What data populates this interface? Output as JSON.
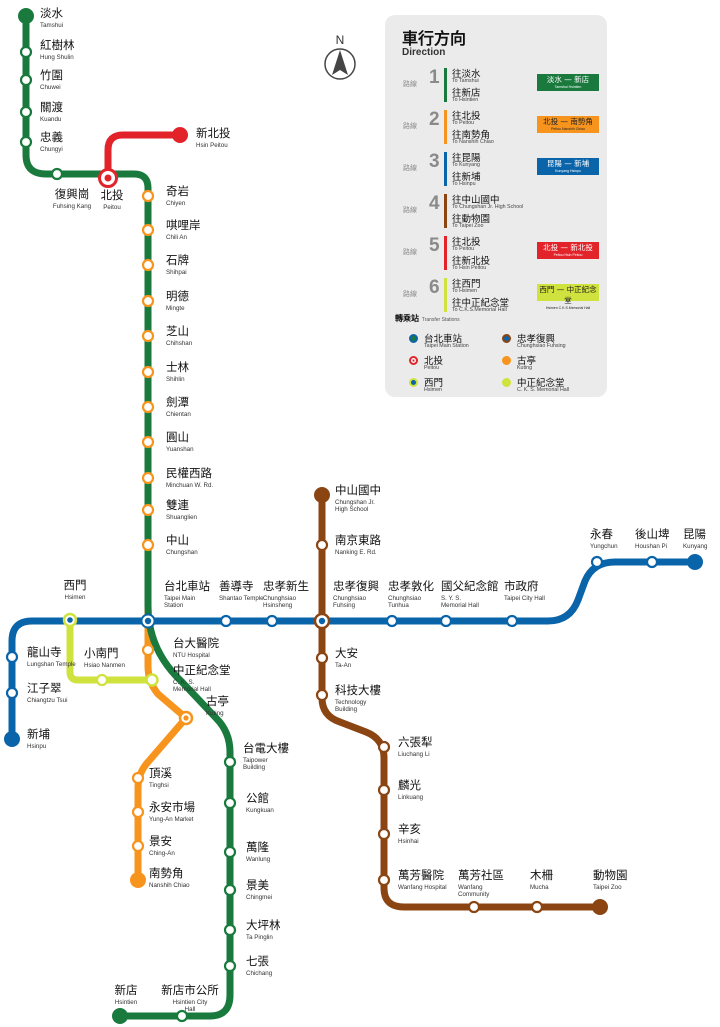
{
  "colors": {
    "green": "#1a7a3e",
    "red": "#e2232a",
    "orange": "#f7941d",
    "blue": "#0a64a9",
    "brown": "#8b4513",
    "lime": "#cfe23d"
  },
  "compass": {
    "label": "N"
  },
  "legend": {
    "title": "車行方向",
    "subtitle": "Direction",
    "route_prefix": "路線",
    "routes": [
      {
        "num": "1",
        "color": "#1a7a3e",
        "dest1": "往淡水",
        "dest1_en": "To Tamshui",
        "dest2": "往新店",
        "dest2_en": "To Hsintien",
        "sign_zh": "淡水 — 新店",
        "sign_en": "Tamshui   Hsintien"
      },
      {
        "num": "2",
        "color": "#f7941d",
        "dest1": "往北投",
        "dest1_en": "To Peitou",
        "dest2": "往南勢角",
        "dest2_en": "To Nanshih Chiao",
        "sign_zh": "北投 — 南勢角",
        "sign_en": "Peitou   Nanshih Chiao"
      },
      {
        "num": "3",
        "color": "#0a64a9",
        "dest1": "往昆陽",
        "dest1_en": "To Kunyang",
        "dest2": "往新埔",
        "dest2_en": "To Hsinpu",
        "sign_zh": "昆陽 — 新埔",
        "sign_en": "Kunyang   Hsinpu"
      },
      {
        "num": "4",
        "color": "#8b4513",
        "dest1": "往中山國中",
        "dest1_en": "To Chungshan Jr. High School",
        "dest2": "往動物園",
        "dest2_en": "To Taipei Zoo",
        "sign_zh": "",
        "sign_en": ""
      },
      {
        "num": "5",
        "color": "#e2232a",
        "dest1": "往北投",
        "dest1_en": "To Peitou",
        "dest2": "往新北投",
        "dest2_en": "To Hsin Peitou",
        "sign_zh": "北投 — 新北投",
        "sign_en": "Peitou   Hsin Peitou"
      },
      {
        "num": "6",
        "color": "#cfe23d",
        "dest1": "往西門",
        "dest1_en": "To Hsimen",
        "dest2": "往中正紀念堂",
        "dest2_en": "To C.K.S.Memorial Hall",
        "sign_zh": "西門 — 中正紀念堂",
        "sign_en": "Hsimen   C.K.S.Memorial Hall"
      }
    ],
    "transfer_title": "轉乘站",
    "transfer_title_en": "Transfer Stations",
    "transfers": [
      {
        "zh": "台北車站",
        "en": "Taipei Main Station",
        "outer": "#0a64a9",
        "inner": "#1a7a3e"
      },
      {
        "zh": "忠孝復興",
        "en": "Chunghsiao Fuhsing",
        "outer": "#8b4513",
        "inner": "#0a64a9"
      },
      {
        "zh": "北投",
        "en": "Peitou",
        "outer": "#e2232a",
        "inner": "#fff"
      },
      {
        "zh": "古亭",
        "en": "Kuting",
        "outer": "#f7941d",
        "inner": "#f7941d"
      },
      {
        "zh": "西門",
        "en": "Hsimen",
        "outer": "#cfe23d",
        "inner": "#0a64a9"
      },
      {
        "zh": "中正紀念堂",
        "en": "C. K. S. Memorial Hall",
        "outer": "#cfe23d",
        "inner": "#cfe23d"
      }
    ]
  },
  "stations": {
    "green": [
      {
        "zh": "淡水",
        "en": "Tamshui"
      },
      {
        "zh": "紅樹林",
        "en": "Hung Shulin"
      },
      {
        "zh": "竹圍",
        "en": "Chuwei"
      },
      {
        "zh": "關渡",
        "en": "Kuandu"
      },
      {
        "zh": "忠義",
        "en": "Chungyi"
      },
      {
        "zh": "復興崗",
        "en": "Fuhsing Kang"
      },
      {
        "zh": "台電大樓",
        "en": "Taipower Building"
      },
      {
        "zh": "公館",
        "en": "Kungkuan"
      },
      {
        "zh": "萬隆",
        "en": "Wanlung"
      },
      {
        "zh": "景美",
        "en": "Chingmei"
      },
      {
        "zh": "大坪林",
        "en": "Ta Pinglin"
      },
      {
        "zh": "七張",
        "en": "Chichang"
      },
      {
        "zh": "新店市公所",
        "en": "Hsintien City Hall"
      },
      {
        "zh": "新店",
        "en": "Hsintien"
      }
    ],
    "red": [
      {
        "zh": "新北投",
        "en": "Hsin Peitou"
      },
      {
        "zh": "北投",
        "en": "Peitou"
      }
    ],
    "orange": [
      {
        "zh": "奇岩",
        "en": "Chiyen"
      },
      {
        "zh": "唭哩岸",
        "en": "Chili An"
      },
      {
        "zh": "石牌",
        "en": "Shihpai"
      },
      {
        "zh": "明德",
        "en": "Mingte"
      },
      {
        "zh": "芝山",
        "en": "Chihshan"
      },
      {
        "zh": "士林",
        "en": "Shihlin"
      },
      {
        "zh": "劍潭",
        "en": "Chientan"
      },
      {
        "zh": "圓山",
        "en": "Yuanshan"
      },
      {
        "zh": "民權西路",
        "en": "Minchuan W. Rd."
      },
      {
        "zh": "雙連",
        "en": "Shuanglien"
      },
      {
        "zh": "中山",
        "en": "Chungshan"
      },
      {
        "zh": "台大醫院",
        "en": "NTU Hospital"
      },
      {
        "zh": "中正紀念堂",
        "en": "C. K. S. Memorial Hall"
      },
      {
        "zh": "古亭",
        "en": "Kuting"
      },
      {
        "zh": "頂溪",
        "en": "Tinghsi"
      },
      {
        "zh": "永安市場",
        "en": "Yung-An Market"
      },
      {
        "zh": "景安",
        "en": "Ching-An"
      },
      {
        "zh": "南勢角",
        "en": "Nanshih Chiao"
      }
    ],
    "blue": [
      {
        "zh": "新埔",
        "en": "Hsinpu"
      },
      {
        "zh": "江子翠",
        "en": "Chiangtzu Tsui"
      },
      {
        "zh": "龍山寺",
        "en": "Lungshan Temple"
      },
      {
        "zh": "西門",
        "en": "Hsimen"
      },
      {
        "zh": "台北車站",
        "en": "Taipei Main Station"
      },
      {
        "zh": "善導寺",
        "en": "Shantao Temple"
      },
      {
        "zh": "忠孝新生",
        "en": "Chunghsiao Hsinsheng"
      },
      {
        "zh": "忠孝復興",
        "en": "Chunghsiao Fuhsing"
      },
      {
        "zh": "忠孝敦化",
        "en": "Chunghsiao Tunhua"
      },
      {
        "zh": "國父紀念館",
        "en": "S. Y. S. Memorial Hall"
      },
      {
        "zh": "市政府",
        "en": "Taipei City Hall"
      },
      {
        "zh": "永春",
        "en": "Yungchun"
      },
      {
        "zh": "後山埤",
        "en": "Houshan Pi"
      },
      {
        "zh": "昆陽",
        "en": "Kunyang"
      }
    ],
    "brown": [
      {
        "zh": "中山國中",
        "en": "Chungshan Jr. High School"
      },
      {
        "zh": "南京東路",
        "en": "Nanking E. Rd."
      },
      {
        "zh": "大安",
        "en": "Ta-An"
      },
      {
        "zh": "科技大樓",
        "en": "Technology Building"
      },
      {
        "zh": "六張犁",
        "en": "Liuchang Li"
      },
      {
        "zh": "麟光",
        "en": "Linkuang"
      },
      {
        "zh": "辛亥",
        "en": "Hsinhai"
      },
      {
        "zh": "萬芳醫院",
        "en": "Wanfang Hospital"
      },
      {
        "zh": "萬芳社區",
        "en": "Wanfang Community"
      },
      {
        "zh": "木柵",
        "en": "Mucha"
      },
      {
        "zh": "動物園",
        "en": "Taipei Zoo"
      }
    ],
    "lime": [
      {
        "zh": "小南門",
        "en": "Hsiao Nanmen"
      }
    ]
  }
}
